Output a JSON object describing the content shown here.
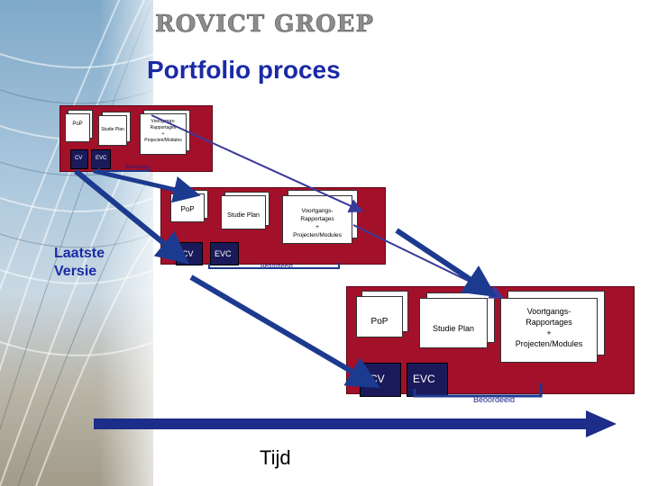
{
  "brand": "ROVICT GROEP",
  "title": "Portfolio proces",
  "side_label": [
    "Laatste",
    "Versie"
  ],
  "time_label": "Tijd",
  "stages": [
    {
      "pop": "PoP",
      "studieplan": "Studie Plan",
      "voortgang": [
        "Voortgangs-",
        "Rapportages",
        "+",
        "Projecten/Modules"
      ],
      "cv": "CV",
      "evc": "EVC",
      "beoordeeld": "Beoordeeld"
    },
    {
      "pop": "PoP",
      "studieplan": "Studie Plan",
      "voortgang": [
        "Voortgangs-",
        "Rapportages",
        "+",
        "Projecten/Modules"
      ],
      "cv": "CV",
      "evc": "EVC",
      "beoordeeld": "Beoordeeld"
    },
    {
      "pop": "PoP",
      "studieplan": "Studie Plan",
      "voortgang": [
        "Voortgangs-",
        "Rapportages",
        "+",
        "Projecten/Modules"
      ],
      "cv": "CV",
      "evc": "EVC",
      "beoordeeld": "Beoordeeld"
    }
  ],
  "colors": {
    "panel": "#a3102a",
    "title": "#1b2aa6",
    "arrow": "#1c3a8f",
    "dark_doc": "#1a1a5a"
  }
}
